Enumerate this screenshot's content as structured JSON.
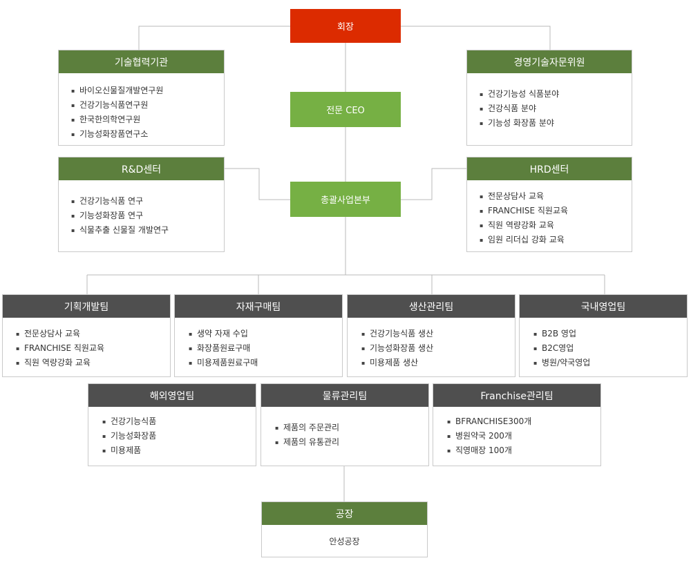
{
  "colors": {
    "chairman": "#dc2b00",
    "light_green": "#76b044",
    "dark_green": "#5c7f3d",
    "dark_gray": "#4f4f4f",
    "line": "#b8b8b8"
  },
  "chairman": "회장",
  "ceo": "전문 CEO",
  "hq": "총괄사업본부",
  "tech_coop": {
    "title": "기술협력기관",
    "items": [
      "바이오신물질개발연구원",
      "건강기능식품연구원",
      "한국한의학연구원",
      "기능성화장품연구소"
    ]
  },
  "advisory": {
    "title": "경영기술자문위원",
    "items": [
      "건강기능성 식품분야",
      "건강식품 분야",
      "기능성 화장품 분야"
    ]
  },
  "rnd": {
    "title": "R&D센터",
    "items": [
      "건강기능식품 연구",
      "기능성화장품 연구",
      "식물추출 신물질 개발연구"
    ]
  },
  "hrd": {
    "title": "HRD센터",
    "items": [
      "전문상담사 교육",
      "FRANCHISE 직원교육",
      "직원 역량강화 교육",
      "임원 리더십 강화 교육"
    ]
  },
  "teams_row1": [
    {
      "title": "기획개발팀",
      "items": [
        "전문상담사 교육",
        "FRANCHISE 직원교육",
        "직원 역량강화 교육"
      ]
    },
    {
      "title": "자재구매팀",
      "items": [
        "생약 자재 수입",
        "화장품원료구매",
        "미용제품원료구매"
      ]
    },
    {
      "title": "생산관리팀",
      "items": [
        "건강기능식품 생산",
        "기능성화장품 생산",
        "미용제품 생산"
      ]
    },
    {
      "title": "국내영업팀",
      "items": [
        "B2B 영업",
        "B2C영업",
        "병원/약국영업"
      ]
    }
  ],
  "teams_row2": [
    {
      "title": "해외영업팀",
      "items": [
        "건강기능식품",
        "기능성화장품",
        "미용제품"
      ]
    },
    {
      "title": "물류관리팀",
      "items": [
        "제품의 주문관리",
        "제품의 유통관리"
      ]
    },
    {
      "title": "Franchise관리팀",
      "items": [
        "BFRANCHISE300개",
        "병원약국 200개",
        "직영매장 100개"
      ]
    }
  ],
  "factory": {
    "title": "공장",
    "body": "안성공장"
  }
}
